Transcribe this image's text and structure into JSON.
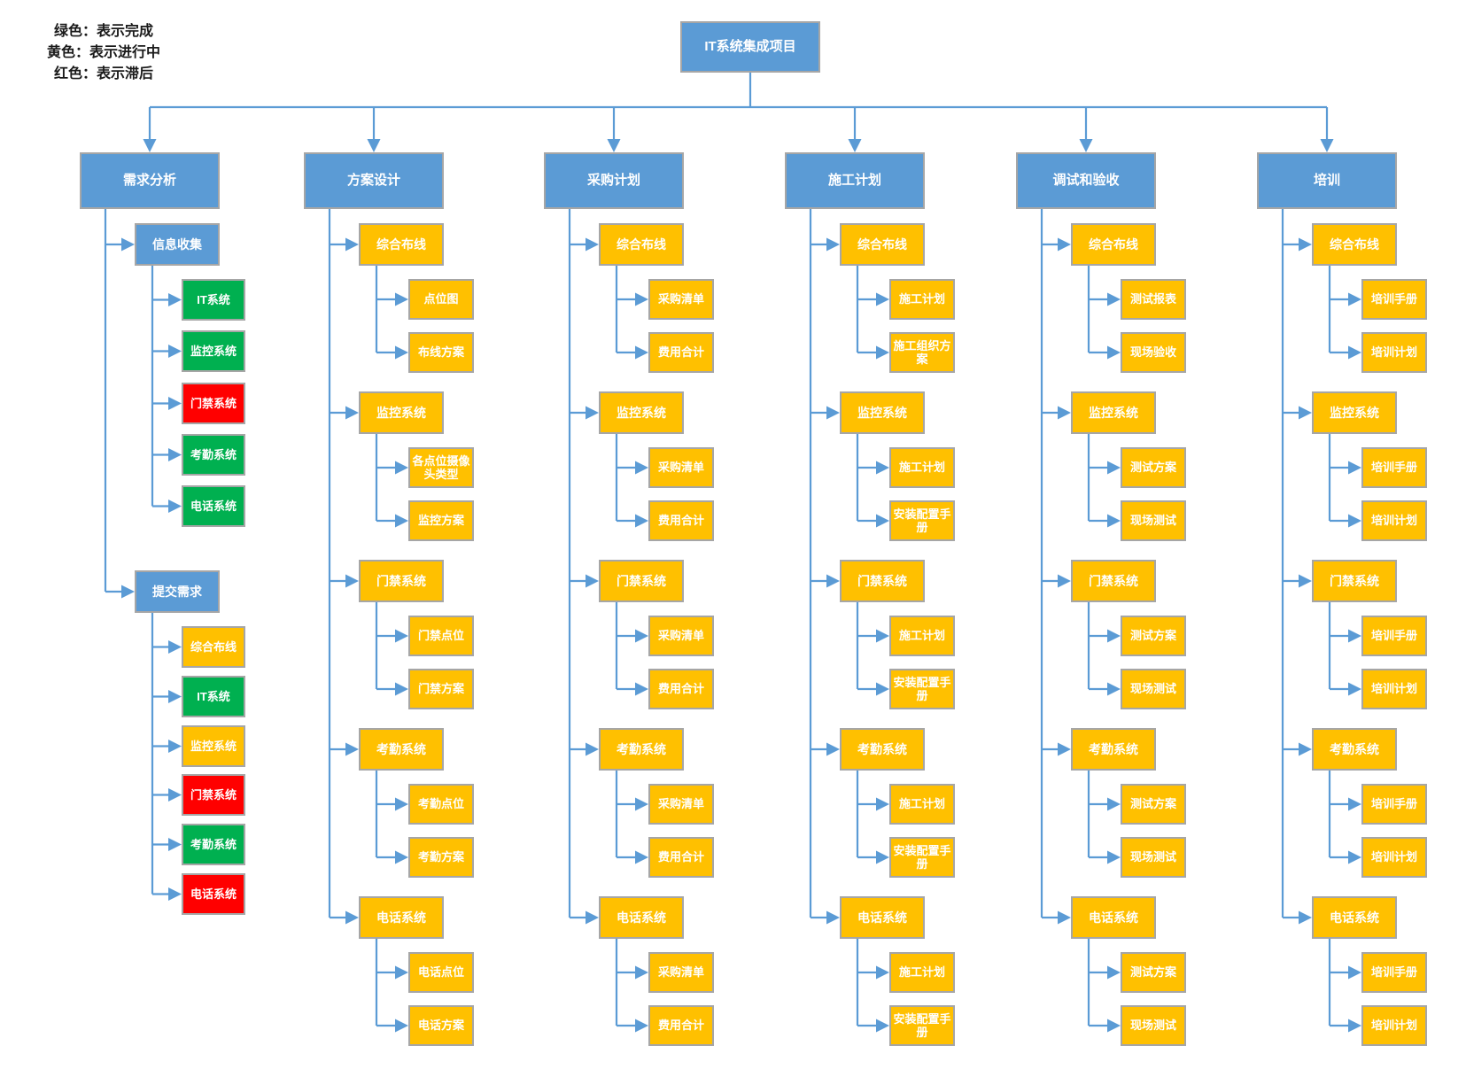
{
  "legend": {
    "lines": [
      "绿色：表示完成",
      "黄色：表示进行中",
      "红色：表示滞后"
    ]
  },
  "status_colors": {
    "blue": "#5B9BD5",
    "yellow": "#FFC000",
    "green": "#00B050",
    "red": "#FF0000"
  },
  "connector_color": "#5B9BD5",
  "node_border_color": "#A6A6A6",
  "root": {
    "label": "IT系统集成项目",
    "status": "blue"
  },
  "branches": [
    {
      "label": "需求分析",
      "status": "blue",
      "children": [
        {
          "label": "信息收集",
          "status": "blue",
          "children": [
            {
              "label": "IT系统",
              "status": "green"
            },
            {
              "label": "监控系统",
              "status": "green"
            },
            {
              "label": "门禁系统",
              "status": "red"
            },
            {
              "label": "考勤系统",
              "status": "green"
            },
            {
              "label": "电话系统",
              "status": "green"
            }
          ]
        },
        {
          "label": "提交需求",
          "status": "blue",
          "children": [
            {
              "label": "综合布线",
              "status": "yellow"
            },
            {
              "label": "IT系统",
              "status": "green"
            },
            {
              "label": "监控系统",
              "status": "yellow"
            },
            {
              "label": "门禁系统",
              "status": "red"
            },
            {
              "label": "考勤系统",
              "status": "green"
            },
            {
              "label": "电话系统",
              "status": "red"
            }
          ]
        }
      ]
    },
    {
      "label": "方案设计",
      "status": "blue",
      "children": [
        {
          "label": "综合布线",
          "status": "yellow",
          "children": [
            {
              "label": "点位图",
              "status": "yellow"
            },
            {
              "label": "布线方案",
              "status": "yellow"
            }
          ]
        },
        {
          "label": "监控系统",
          "status": "yellow",
          "children": [
            {
              "label": "各点位摄像头类型",
              "status": "yellow"
            },
            {
              "label": "监控方案",
              "status": "yellow"
            }
          ]
        },
        {
          "label": "门禁系统",
          "status": "yellow",
          "children": [
            {
              "label": "门禁点位",
              "status": "yellow"
            },
            {
              "label": "门禁方案",
              "status": "yellow"
            }
          ]
        },
        {
          "label": "考勤系统",
          "status": "yellow",
          "children": [
            {
              "label": "考勤点位",
              "status": "yellow"
            },
            {
              "label": "考勤方案",
              "status": "yellow"
            }
          ]
        },
        {
          "label": "电话系统",
          "status": "yellow",
          "children": [
            {
              "label": "电话点位",
              "status": "yellow"
            },
            {
              "label": "电话方案",
              "status": "yellow"
            }
          ]
        }
      ]
    },
    {
      "label": "采购计划",
      "status": "blue",
      "children": [
        {
          "label": "综合布线",
          "status": "yellow",
          "children": [
            {
              "label": "采购清单",
              "status": "yellow"
            },
            {
              "label": "费用合计",
              "status": "yellow"
            }
          ]
        },
        {
          "label": "监控系统",
          "status": "yellow",
          "children": [
            {
              "label": "采购清单",
              "status": "yellow"
            },
            {
              "label": "费用合计",
              "status": "yellow"
            }
          ]
        },
        {
          "label": "门禁系统",
          "status": "yellow",
          "children": [
            {
              "label": "采购清单",
              "status": "yellow"
            },
            {
              "label": "费用合计",
              "status": "yellow"
            }
          ]
        },
        {
          "label": "考勤系统",
          "status": "yellow",
          "children": [
            {
              "label": "采购清单",
              "status": "yellow"
            },
            {
              "label": "费用合计",
              "status": "yellow"
            }
          ]
        },
        {
          "label": "电话系统",
          "status": "yellow",
          "children": [
            {
              "label": "采购清单",
              "status": "yellow"
            },
            {
              "label": "费用合计",
              "status": "yellow"
            }
          ]
        }
      ]
    },
    {
      "label": "施工计划",
      "status": "blue",
      "children": [
        {
          "label": "综合布线",
          "status": "yellow",
          "children": [
            {
              "label": "施工计划",
              "status": "yellow"
            },
            {
              "label": "施工组织方案",
              "status": "yellow"
            }
          ]
        },
        {
          "label": "监控系统",
          "status": "yellow",
          "children": [
            {
              "label": "施工计划",
              "status": "yellow"
            },
            {
              "label": "安装配置手册",
              "status": "yellow"
            }
          ]
        },
        {
          "label": "门禁系统",
          "status": "yellow",
          "children": [
            {
              "label": "施工计划",
              "status": "yellow"
            },
            {
              "label": "安装配置手册",
              "status": "yellow"
            }
          ]
        },
        {
          "label": "考勤系统",
          "status": "yellow",
          "children": [
            {
              "label": "施工计划",
              "status": "yellow"
            },
            {
              "label": "安装配置手册",
              "status": "yellow"
            }
          ]
        },
        {
          "label": "电话系统",
          "status": "yellow",
          "children": [
            {
              "label": "施工计划",
              "status": "yellow"
            },
            {
              "label": "安装配置手册",
              "status": "yellow"
            }
          ]
        }
      ]
    },
    {
      "label": "调试和验收",
      "status": "blue",
      "children": [
        {
          "label": "综合布线",
          "status": "yellow",
          "children": [
            {
              "label": "测试报表",
              "status": "yellow"
            },
            {
              "label": "现场验收",
              "status": "yellow"
            }
          ]
        },
        {
          "label": "监控系统",
          "status": "yellow",
          "children": [
            {
              "label": "测试方案",
              "status": "yellow"
            },
            {
              "label": "现场测试",
              "status": "yellow"
            }
          ]
        },
        {
          "label": "门禁系统",
          "status": "yellow",
          "children": [
            {
              "label": "测试方案",
              "status": "yellow"
            },
            {
              "label": "现场测试",
              "status": "yellow"
            }
          ]
        },
        {
          "label": "考勤系统",
          "status": "yellow",
          "children": [
            {
              "label": "测试方案",
              "status": "yellow"
            },
            {
              "label": "现场测试",
              "status": "yellow"
            }
          ]
        },
        {
          "label": "电话系统",
          "status": "yellow",
          "children": [
            {
              "label": "测试方案",
              "status": "yellow"
            },
            {
              "label": "现场测试",
              "status": "yellow"
            }
          ]
        }
      ]
    },
    {
      "label": "培训",
      "status": "blue",
      "children": [
        {
          "label": "综合布线",
          "status": "yellow",
          "children": [
            {
              "label": "培训手册",
              "status": "yellow"
            },
            {
              "label": "培训计划",
              "status": "yellow"
            }
          ]
        },
        {
          "label": "监控系统",
          "status": "yellow",
          "children": [
            {
              "label": "培训手册",
              "status": "yellow"
            },
            {
              "label": "培训计划",
              "status": "yellow"
            }
          ]
        },
        {
          "label": "门禁系统",
          "status": "yellow",
          "children": [
            {
              "label": "培训手册",
              "status": "yellow"
            },
            {
              "label": "培训计划",
              "status": "yellow"
            }
          ]
        },
        {
          "label": "考勤系统",
          "status": "yellow",
          "children": [
            {
              "label": "培训手册",
              "status": "yellow"
            },
            {
              "label": "培训计划",
              "status": "yellow"
            }
          ]
        },
        {
          "label": "电话系统",
          "status": "yellow",
          "children": [
            {
              "label": "培训手册",
              "status": "yellow"
            },
            {
              "label": "培训计划",
              "status": "yellow"
            }
          ]
        }
      ]
    }
  ]
}
